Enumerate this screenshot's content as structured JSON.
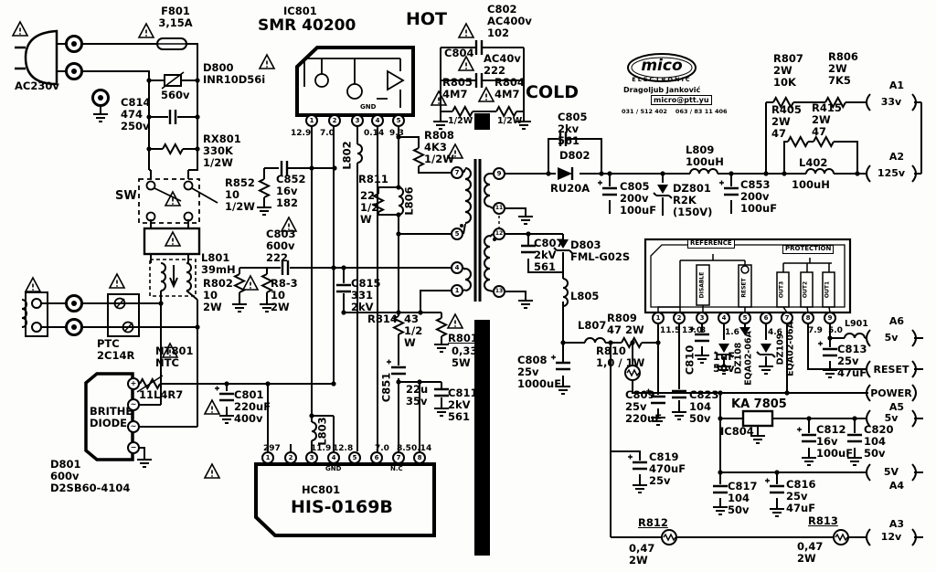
{
  "labels": {
    "hot": "HOT",
    "cold": "COLD",
    "ac": "AC230v",
    "f801": "F801\n3,15A",
    "d800": "D800\nINR10D56i",
    "v560": "560v",
    "c814": "C814\n474\n250v",
    "rx801": "RX801\n330K\n1/2W",
    "sw": "SW",
    "l801": "L801\n39mH",
    "ptc": "PTC\n2C14R",
    "nt801": "NT801\nNTC",
    "nt801v": "11L4R7",
    "bridge": "BRITHE\nDIODE",
    "d801": "D801\n600v\nD2SB60-4104",
    "c801": "C801\n220uF\n400v",
    "ic801": "IC801",
    "ic801p": "SMR 40200",
    "gnd": "GND",
    "c802": "C802\nAC400v\n102",
    "c804": "C804",
    "c804v": "AC40v\n222",
    "r805": "R805\n4M7",
    "r804": "R804\n4M7",
    "r805w": "1/2W",
    "r804w": "1/2W",
    "r852": "R852\n10\n1/2W",
    "c852": "C852\n16v\n182",
    "l802": "L802",
    "r811": "R811",
    "r811v": "22\n1/2\nW",
    "l806": "L806",
    "c803": "C803\n600v\n222",
    "r802": "R802\n10\n2W",
    "r83": "R8-3\n10\n2W",
    "c815": "C815\n331\n2kV",
    "r808": "R808\n4K3\n1/2W",
    "r814": "R814",
    "r814v": "43\n1/2\nW",
    "r801": "R801",
    "r801v": "0,33\n5W",
    "c851": "C851",
    "c851v": "22u\n35v",
    "c811": "C811\n2kV\n561",
    "l803": "L803",
    "hc801": "HC801",
    "hc801p": "HIS-0169B",
    "nc": "N.C",
    "c805a": "C805\n2kv\n561",
    "d802": "D802",
    "d802p": "RU20A",
    "c805b": "C805\n200v\n100uF",
    "dz801": "DZ801\nR2K\n(150V)",
    "l809": "L809\n100uH",
    "c853": "C853\n200v\n100uF",
    "c807": "C807\n2kV\n561",
    "d803": "D803\nFML-G02S",
    "l805": "L805",
    "l807": "L807",
    "c808": "C808\n25v\n1000uF",
    "r809": "R809\n47  2W",
    "r810": "R810\n1,0 / 1W",
    "c809": "C809\n25v\n220uF",
    "c810": "C810",
    "c810v": "1uF\n50v",
    "c823": "C823\n104\n50v",
    "dz108": "DZ108\nEQA02-06A",
    "dz109": "DZ109\nEQA02-06A",
    "ka7805": "KA 7805",
    "ic804": "IC804",
    "c812": "C812\n16v\n100uF",
    "c820": "C820\n104\n50v",
    "c819": "C819\n470uF\n25v",
    "c817": "C817\n104\n50v",
    "c816": "C816\n25v\n47uF",
    "r812": "R812",
    "r812v": "0,47\n2W",
    "r813": "R813",
    "r813v": "0,47\n2W",
    "c813": "C813\n25v\n47uF",
    "l901": "L901",
    "r807": "R807\n2W\n10K",
    "r806": "R806\n2W\n7K5",
    "r405": "R405\n2W\n47",
    "r415": "R415\n2W\n47",
    "l402": "L402",
    "l402v": "100uH",
    "reference": "REFERENCE",
    "protection": "PROTECTION",
    "disable": "DISABLE",
    "reset": "RESET",
    "out3": "OUT3",
    "out2": "OUT2",
    "out1": "OUT1"
  },
  "terminals": {
    "a1": "A1",
    "a1v": "33v",
    "a2": "A2",
    "a2v": "125v",
    "a6": "A6",
    "a6v": "5v",
    "reset": "RESET",
    "power": "POWER",
    "a5": "A5",
    "a5v": "5v",
    "a4": "A4",
    "a4v": "5V",
    "a3": "A3",
    "a3v": "12v"
  },
  "logo": {
    "brand": "mico",
    "sub": "ELECTRONIC",
    "name": "Dragoljub Janković",
    "email": "micro@ptt.yu",
    "phones": "031 / 512 402    063 / 83 11 406"
  },
  "pins": {
    "ic801": [
      "1",
      "2",
      "3",
      "4",
      "5"
    ],
    "ic801v": [
      "12.9",
      "7.0",
      "0.14",
      "9.3"
    ],
    "xl": [
      "7",
      "5",
      "4",
      "1"
    ],
    "xr": [
      "9",
      "11",
      "12",
      "13"
    ],
    "ref": [
      "1",
      "2",
      "3",
      "4",
      "5",
      "6",
      "7",
      "8",
      "9"
    ],
    "refv": [
      "11.5",
      "13.0",
      "3",
      "1.6",
      "4.6",
      "7.9",
      "5.0"
    ],
    "hc": [
      "1",
      "2",
      "3",
      "4",
      "5",
      "6",
      "7",
      "8"
    ],
    "hcv": [
      "297",
      "11.9",
      "12.8",
      "7.0",
      "8.5",
      "0.14"
    ],
    "bridge": [
      "+",
      "~",
      "~",
      "−"
    ]
  }
}
